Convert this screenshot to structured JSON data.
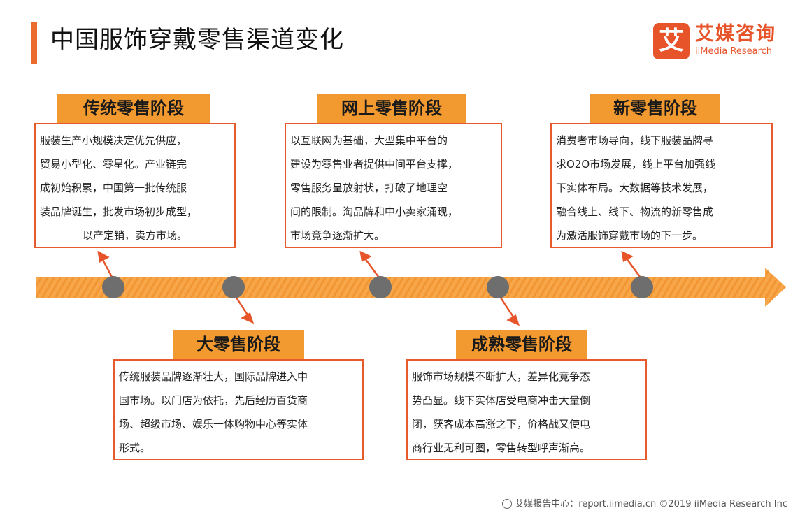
{
  "page": {
    "title": "中国服饰穿戴零售渠道变化"
  },
  "logo": {
    "mark": "艾",
    "name_cn": "艾媒咨询",
    "name_en": "iiMedia Research"
  },
  "stages": [
    {
      "label": "传统零售阶段",
      "lines": [
        "服装生产小规模决定优先供应，",
        "贸易小型化、零星化。产业链完",
        "成初始积累，中国第一批传统服",
        "装品牌诞生，批发市场初步成型，",
        "以产定销，卖方市场。"
      ]
    },
    {
      "label": "大零售阶段",
      "lines": [
        "传统服装品牌逐渐壮大，国际品牌进入中",
        "国市场。以门店为依托，先后经历百货商",
        "场、超级市场、娱乐一体购物中心等实体",
        "形式。"
      ]
    },
    {
      "label": "网上零售阶段",
      "lines": [
        "以互联网为基础，大型集中平台的",
        "建设为零售业者提供中间平台支撑，",
        "零售服务呈放射状，打破了地理空",
        "间的限制。淘品牌和中小卖家涌现，",
        "市场竞争逐渐扩大。"
      ]
    },
    {
      "label": "成熟零售阶段",
      "lines": [
        "服饰市场规模不断扩大，差异化竞争态",
        "势凸显。线下实体店受电商冲击大量倒",
        "闭，获客成本高涨之下，价格战又使电",
        "商行业无利可图，零售转型呼声渐高。"
      ]
    },
    {
      "label": "新零售阶段",
      "lines": [
        "消费者市场导向，线下服装品牌寻",
        "求O2O市场发展，线上平台加强线",
        "下实体布局。大数据等技术发展，",
        "融合线上、线下、物流的新零售成",
        "为激活服饰穿戴市场的下一步。"
      ]
    }
  ],
  "colors": {
    "accent": "#ea6b2c",
    "arrow": "#f6a34a",
    "label_bg": "#f29a30",
    "box_border": "#e65a2e",
    "node": "#6e6e6e",
    "connector": "#e8542a"
  },
  "footer": {
    "text": "艾媒报告中心：report.iimedia.cn ©2019 iiMedia Research Inc"
  }
}
